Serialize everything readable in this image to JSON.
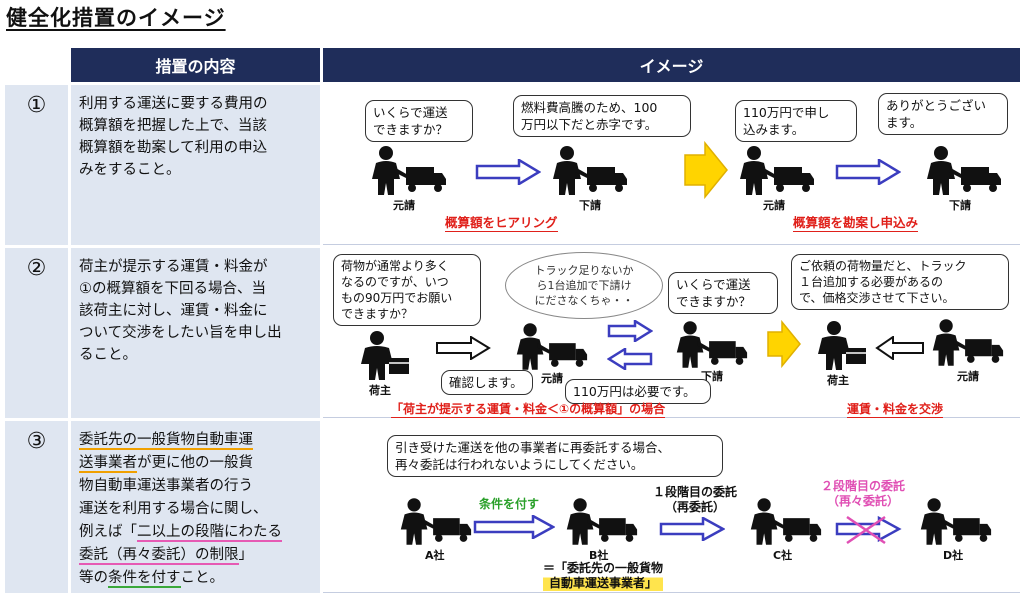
{
  "title": "健全化措置のイメージ",
  "headers": {
    "content": "措置の内容",
    "image": "イメージ"
  },
  "rows": [
    {
      "num": "①",
      "text_lines": [
        "利用する運送に要する費用の",
        "概算額を把握した上で、当該",
        "概算額を勘案して利用の申込",
        "みをすること。"
      ],
      "bubbles": [
        "いくらで運送\nできますか？",
        "燃料費高騰のため、100\n万円以下だと赤字です。",
        "110万円で申し\n込みます。",
        "ありがとうござい\nます。"
      ],
      "actors": [
        "元請",
        "下請",
        "元請",
        "下請"
      ],
      "red_labels": [
        "概算額をヒアリング",
        "概算額を勘案し申込み"
      ]
    },
    {
      "num": "②",
      "text_lines": [
        "荷主が提示する運賃・料金が",
        "①の概算額を下回る場合、当",
        "該荷主に対し、運賃・料金に",
        "ついて交渉をしたい旨を申し出",
        "ること。"
      ],
      "bubbles": [
        "荷物が通常より多く\nなるのですが、いつ\nもの90万円でお願い\nできますか？",
        "いくらで運送\nできますか？",
        "ご依頼の荷物量だと、トラック\n１台追加する必要があるの\nで、価格交渉させて下さい。",
        "確認します。",
        "110万円は必要です。"
      ],
      "thought": "トラック足りないか\nら1台追加で下請け\nにださなくちゃ・・",
      "actors": [
        "荷主",
        "元請",
        "下請",
        "荷主",
        "元請"
      ],
      "red_labels": [
        "「荷主が提示する運賃・料金＜①の概算額」の場合",
        "運賃・料金を交渉"
      ]
    },
    {
      "num": "③",
      "text_parts": [
        {
          "t": "委託先の一般貨物自動車運",
          "c": "o"
        },
        {
          "t": "送事業者",
          "c": "o"
        },
        {
          "t": "が更に他の一般貨",
          "c": ""
        },
        {
          "t": "物自動車運送事業者の行う",
          "c": ""
        },
        {
          "t": "運送を利用する場合に関し、",
          "c": ""
        },
        {
          "t": "例えば「",
          "c": ""
        },
        {
          "t": "二以上の段階にわたる",
          "c": "p"
        },
        {
          "t": "委託（再々委託）の制限",
          "c": "p"
        },
        {
          "t": "」",
          "c": ""
        },
        {
          "t": "等の",
          "c": ""
        },
        {
          "t": "条件を付す",
          "c": "g"
        },
        {
          "t": "こと。",
          "c": ""
        }
      ],
      "bubble": "引き受けた運送を他の事業者に再委託する場合、\n再々委託は行われないようにしてください。",
      "actors": [
        "A社",
        "B社",
        "C社",
        "D社"
      ],
      "green_label": "条件を付す",
      "black_label": "１段階目の委託\n（再委託）",
      "pink_label": "２段階目の委託\n（再々委託）",
      "note": "＝「委託先の一般貨物\n自動車運送事業者」"
    }
  ],
  "colors": {
    "header": "#1f2d5a",
    "cell": "#dfe6f1",
    "red": "#e0201a",
    "green": "#2aa02a",
    "pink": "#e04fb4",
    "arrow_blue": "#3b3dbf",
    "arrow_yellow": "#ffd400"
  }
}
